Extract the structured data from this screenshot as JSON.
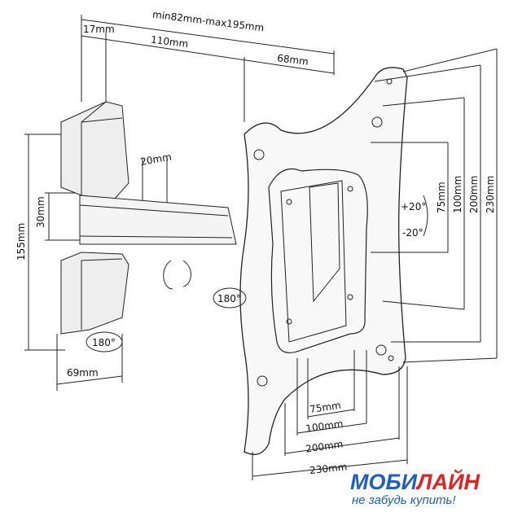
{
  "dimensions": {
    "depth_range": "min82mm-max195mm",
    "wall_plate_depth": "17mm",
    "arm_length": "110mm",
    "plate_depth": "68mm",
    "arm_width": "20mm",
    "arm_height": "30mm",
    "wall_plate_height": "155mm",
    "wall_plate_width": "69mm",
    "swivel_wall": "180°",
    "swivel_arm": "180°",
    "tilt_up": "+20°",
    "tilt_down": "-20°",
    "vesa_v": [
      "75mm",
      "100mm",
      "200mm",
      "230mm"
    ],
    "vesa_h": [
      "75mm",
      "100mm",
      "200mm",
      "230mm"
    ]
  },
  "logo": {
    "name_blue": "МОБИ",
    "name_red": "ЛАЙН",
    "tagline": "не забудь купить!",
    "colors": {
      "blue": "#1d5fc4",
      "red": "#e0231c"
    }
  }
}
